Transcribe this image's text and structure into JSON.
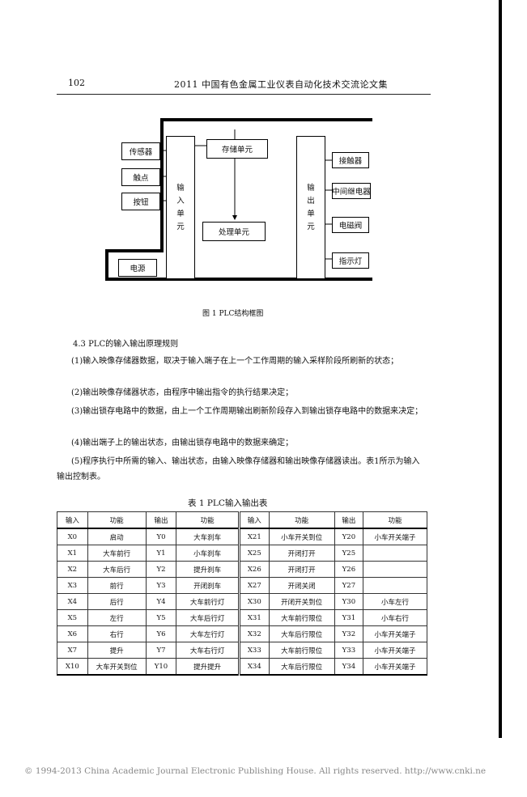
{
  "header": {
    "page_number": "102",
    "title": "2011 中国有色金属工业仪表自动化技术交流论文集"
  },
  "figure1": {
    "caption": "图 1   PLC结构框图",
    "left_boxes": [
      "传感器",
      "触点",
      "按钮"
    ],
    "input_unit": [
      "输",
      "入",
      "单",
      "元"
    ],
    "storage_unit": "存储单元",
    "cpu_unit": "处理单元",
    "output_unit": [
      "输",
      "出",
      "单",
      "元"
    ],
    "right_boxes": [
      "接触器",
      "中间继电器",
      "电磁阀",
      "指示灯"
    ],
    "power": "电源"
  },
  "body": {
    "section_title": "4.3  PLC的输入输出原理规则",
    "rules": [
      "(1)输入映像存储器数据，取决于输入端子在上一个工作周期的输入采样阶段所刷新的状态；",
      "(2)输出映像存储器状态，由程序中输出指令的执行结果决定；",
      "(3)输出锁存电路中的数据，由上一个工作周期输出刷新阶段存入到输出锁存电路中的数据来决定；",
      "(4)输出端子上的输出状态，由输出锁存电路中的数据来确定；",
      "(5)程序执行中所需的输入、输出状态，由输入映像存储器和输出映像存储器读出。表1所示为输入输出控制表。"
    ]
  },
  "table1": {
    "caption": "表 1   PLC输入输出表",
    "headers": [
      "输入",
      "功能",
      "输出",
      "功能",
      "输入",
      "功能",
      "输出",
      "功能"
    ],
    "rows": [
      [
        "X0",
        "启动",
        "Y0",
        "大车刹车",
        "X21",
        "小车开关到位",
        "Y20",
        "小车开关端子"
      ],
      [
        "X1",
        "大车前行",
        "Y1",
        "小车刹车",
        "X25",
        "开闭打开",
        "Y25",
        ""
      ],
      [
        "X2",
        "大车后行",
        "Y2",
        "提升刹车",
        "X26",
        "开闭打开",
        "Y26",
        ""
      ],
      [
        "X3",
        "前行",
        "Y3",
        "开闭刹车",
        "X27",
        "开闭关闭",
        "Y27",
        ""
      ],
      [
        "X4",
        "后行",
        "Y4",
        "大车前行灯",
        "X30",
        "开闭开关到位",
        "Y30",
        "小车左行"
      ],
      [
        "X5",
        "左行",
        "Y5",
        "大车后行灯",
        "X31",
        "大车前行限位",
        "Y31",
        "小车右行"
      ],
      [
        "X6",
        "右行",
        "Y6",
        "大车左行灯",
        "X32",
        "大车后行限位",
        "Y32",
        "小车开关端子"
      ],
      [
        "X7",
        "提升",
        "Y7",
        "大车右行灯",
        "X33",
        "大车前行限位",
        "Y33",
        "小车开关端子"
      ],
      [
        "X10",
        "大车开关到位",
        "Y10",
        "提升提升",
        "X34",
        "大车后行限位",
        "Y34",
        "小车开关端子"
      ]
    ]
  },
  "footer": "© 1994-2013 China Academic Journal Electronic Publishing House. All rights reserved.    http://www.cnki.ne"
}
